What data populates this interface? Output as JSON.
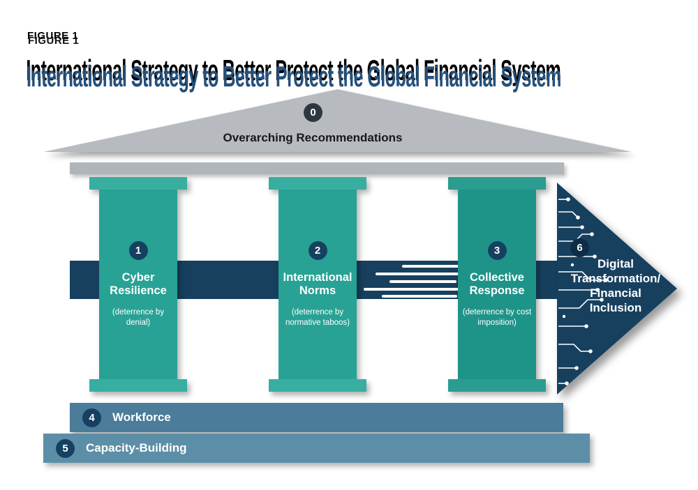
{
  "colors": {
    "teal_pillar": "#27A295",
    "teal_capital": "#38AEA1",
    "teal_pillar_dark": "#1E9488",
    "navy_band": "#17405F",
    "navy_circle": "#16405F",
    "pediment_gray": "#B7BBC0",
    "step_workforce": "#4B7C99",
    "step_capacity": "#5C8FA7",
    "title_blue": "#24507C"
  },
  "header": {
    "figure_label": "FIGURE 1",
    "title": "International Strategy to Better Protect the Global Financial System"
  },
  "pediment": {
    "number": "0",
    "label": "Overarching Recommendations"
  },
  "pillars": [
    {
      "number": "1",
      "title": "Cyber Resilience",
      "subtitle": "(deterrence by denial)"
    },
    {
      "number": "2",
      "title": "International Norms",
      "subtitle": "(deterrence by normative taboos)"
    },
    {
      "number": "3",
      "title": "Collective Response",
      "subtitle": "(deterrence by cost imposition)"
    }
  ],
  "arrow": {
    "number": "6",
    "lines": [
      "Digital",
      "Transformation/",
      "Financial",
      "Inclusion"
    ]
  },
  "steps": [
    {
      "number": "4",
      "label": "Workforce"
    },
    {
      "number": "5",
      "label": "Capacity-Building"
    }
  ]
}
